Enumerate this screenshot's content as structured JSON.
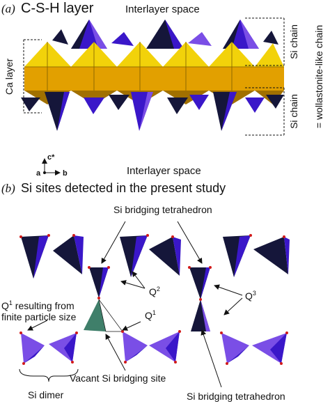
{
  "panel_a": {
    "letter": "(a)",
    "title": "C-S-H layer",
    "interlayer_top": "Interlayer space",
    "interlayer_bottom": "Interlayer space",
    "ca_layer": "Ca layer",
    "si_chain_top": "Si chain",
    "si_chain_bottom": "Si chain",
    "wollastonite": "= wollastonite-like chain",
    "axes": {
      "c": "c*",
      "a": "a",
      "b": "b"
    }
  },
  "panel_b": {
    "letter": "(b)",
    "title": "Si sites detected in the present study",
    "bridging_top": "Si bridging tetrahedron",
    "q1_finite_line1": "Q",
    "q1_finite_sup": "1",
    "q1_finite_rest": " resulting from",
    "q1_finite_line2": "finite particle size",
    "q2": "Q",
    "q2_sup": "2",
    "q1": "Q",
    "q1_sup": "1",
    "q3": "Q",
    "q3_sup": "3",
    "vacant": "Vacant Si bridging site",
    "dimer": "Si dimer",
    "bridging_bottom": "Si bridging tetrahedron"
  },
  "colors": {
    "si_dark": "#15163a",
    "si_blue": "#3a17c9",
    "si_violet": "#7a4ee6",
    "ca_yellow": "#f2d20a",
    "ca_orange": "#e2a000",
    "teal": "#3f7f6a",
    "node_red": "#d21a1a"
  }
}
